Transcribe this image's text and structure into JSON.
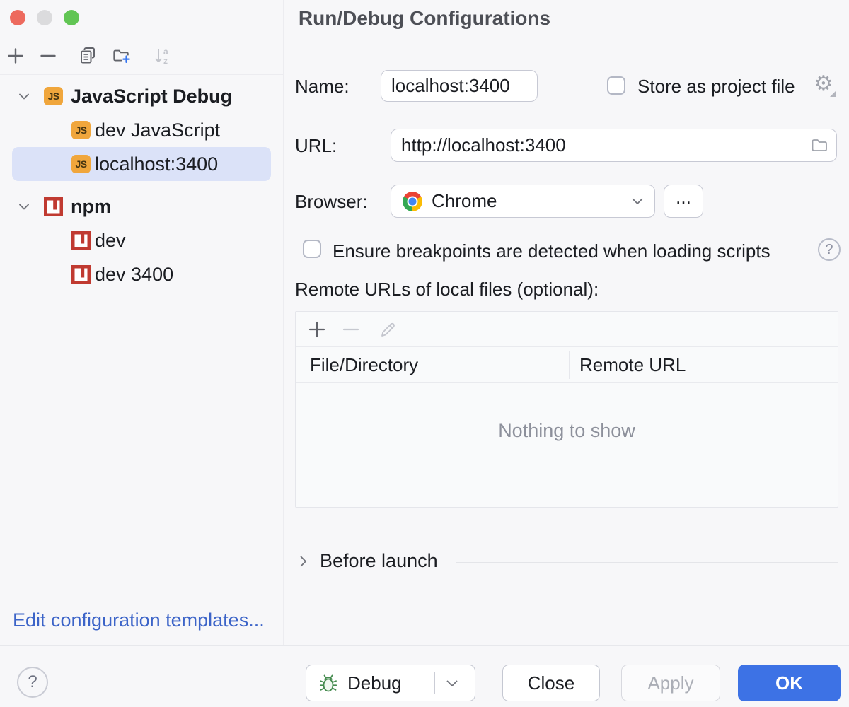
{
  "window": {
    "title": "Run/Debug Configurations",
    "traffic_lights": [
      "close",
      "minimize",
      "zoom"
    ]
  },
  "sidebar": {
    "toolbar_icons": [
      "add",
      "remove",
      "copy",
      "new-folder",
      "sort-alphabetically"
    ],
    "tree_items": [
      {
        "label": "JavaScript Debug",
        "icon": "javascript",
        "level": 0,
        "expanded": true
      },
      {
        "label": "dev JavaScript",
        "icon": "javascript",
        "level": 1
      },
      {
        "label": "localhost:3400",
        "icon": "javascript",
        "level": 1,
        "selected": true
      },
      {
        "label": "npm",
        "icon": "npm",
        "level": 0,
        "expanded": true
      },
      {
        "label": "dev",
        "icon": "npm",
        "level": 1
      },
      {
        "label": "dev 3400",
        "icon": "npm",
        "level": 1
      }
    ],
    "edit_templates_link": "Edit configuration templates..."
  },
  "form": {
    "name": {
      "label": "Name:",
      "value": "localhost:3400"
    },
    "store": {
      "label": "Store as project file",
      "checked": false
    },
    "url": {
      "label": "URL:",
      "value": "http://localhost:3400"
    },
    "browser": {
      "label": "Browser:",
      "value": "Chrome",
      "more_label": "..."
    },
    "breakpoints": {
      "label": "Ensure breakpoints are detected when loading scripts",
      "checked": false
    },
    "remote_urls_label": "Remote URLs of local files (optional):",
    "table": {
      "columns": [
        "File/Directory",
        "Remote URL"
      ],
      "rows": [],
      "empty_text": "Nothing to show"
    },
    "before_launch": {
      "label": "Before launch",
      "expanded": false
    }
  },
  "footer": {
    "debug_label": "Debug",
    "close_label": "Close",
    "apply_label": "Apply",
    "ok_label": "OK"
  },
  "icons": {
    "js_badge": "JS",
    "help": "?",
    "gear": "⚙",
    "sort_a": "a",
    "sort_z": "z"
  },
  "colors": {
    "accent_blue": "#3D72E5",
    "selection_bg": "#DBE2F8",
    "link_blue": "#3C64C8",
    "js_badge_bg": "#F0A63C",
    "npm_red": "#C03A31",
    "debug_green": "#458B4F",
    "panel_bg": "#F7F7F9"
  }
}
